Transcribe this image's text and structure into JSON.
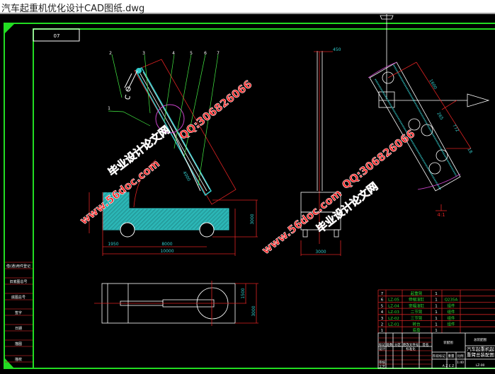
{
  "window": {
    "title": "汽车起重机优化设计CAD图纸.dwg"
  },
  "drawing": {
    "corner_label": "07",
    "balloons": [
      "1",
      "2",
      "3",
      "4",
      "5",
      "6",
      "7"
    ],
    "side_view_dims": {
      "left": "1950",
      "middle": "8000",
      "total": "10000",
      "height": "3000",
      "boom": "4000"
    },
    "front_view_dims": {
      "top": "450",
      "bottom": "3000"
    },
    "detail_dims": {
      "a": "1600",
      "b": "265",
      "c": "772",
      "d": "18"
    },
    "detail_scale": "4:1",
    "plan_view_dims": {
      "a": "1500",
      "b": "3000"
    }
  },
  "watermarks": {
    "site": "www.56doc.com",
    "qq": "QQ:306826066",
    "name": "毕业设计论文网"
  },
  "left_strip": {
    "rows": [
      "借(通)用件登记",
      "旧底图总号",
      "底图总号",
      "签字",
      "日期",
      "描图",
      "描校"
    ]
  },
  "parts_list": {
    "rows": [
      {
        "no": "7",
        "code": "",
        "name": "起重臂",
        "qty": "1",
        "material": ""
      },
      {
        "no": "6",
        "code": "LZ-05",
        "name": "伸缩油缸",
        "qty": "1",
        "material": "Q235A"
      },
      {
        "no": "5",
        "code": "LZ-04",
        "name": "变幅油缸",
        "qty": "1",
        "material": "组件"
      },
      {
        "no": "4",
        "code": "LZ-03",
        "name": "二节臂",
        "qty": "1",
        "material": "组件"
      },
      {
        "no": "3",
        "code": "LZ-02",
        "name": "三节臂",
        "qty": "1",
        "material": "组件"
      },
      {
        "no": "2",
        "code": "LZ-01",
        "name": "转台",
        "qty": "1",
        "material": "组件"
      },
      {
        "no": "1",
        "code": "",
        "name": "底盘",
        "qty": "1",
        "material": ""
      }
    ]
  },
  "title_block": {
    "assembly": "装配图",
    "school": "总装配图",
    "drawing_name": "汽车起重机起重臂总装配图",
    "drawing_no": "LZ-00",
    "header_cells": [
      "标记",
      "处数",
      "分区",
      "更改文件号",
      "签名"
    ],
    "design": "设计",
    "check": "审核",
    "process": "工艺",
    "standard": "标准化",
    "stage_label": "阶段标记",
    "weight_label": "重量",
    "scale_label": "比例",
    "scale": "1:40",
    "sheets": "A  Z  E  Z"
  },
  "colors": {
    "frame": "#22dd22",
    "line": "#ffffff",
    "dim": "#dd2222",
    "hatch": "#33cccc",
    "leader": "#44ee44",
    "magenta": "#cc44cc"
  }
}
